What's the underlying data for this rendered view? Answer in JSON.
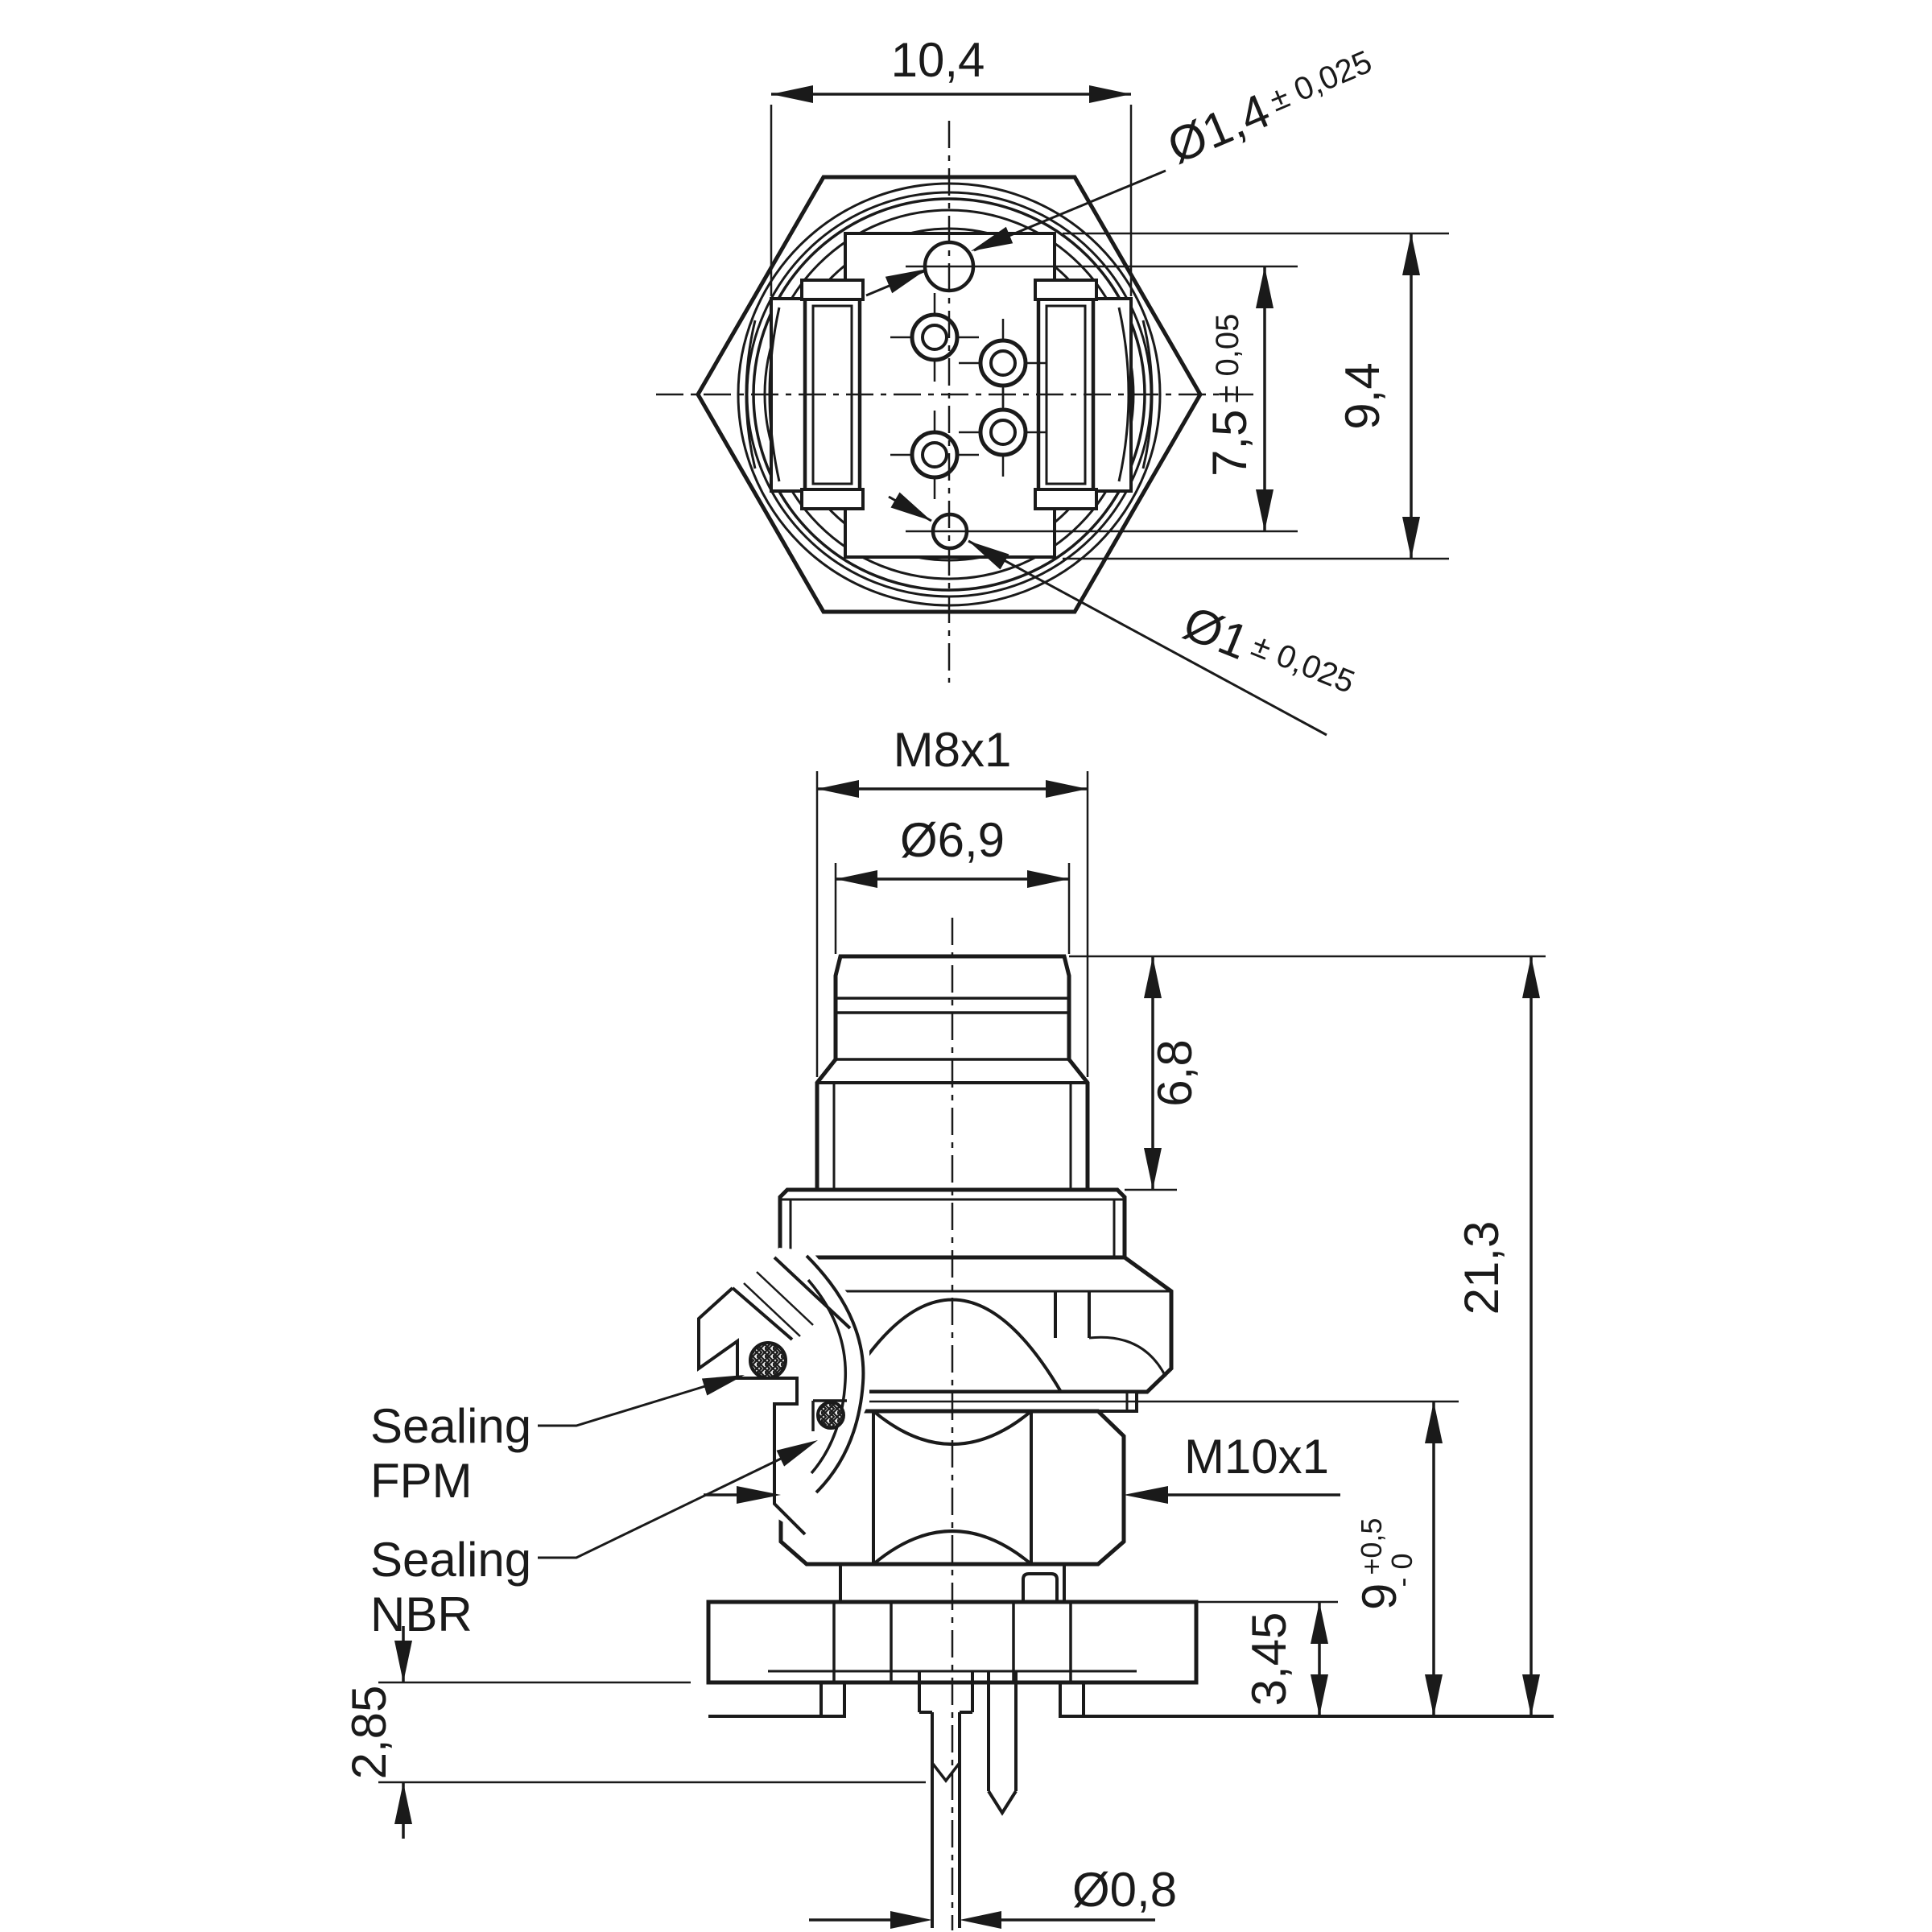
{
  "colors": {
    "ink": "#1a1a1a",
    "background": "#ffffff"
  },
  "top_view": {
    "dim_width": "10,4",
    "pin_large": {
      "dia": "Ø1,4",
      "tol": "± 0,025"
    },
    "pitch": {
      "value": "7,5",
      "tol": "± 0,05"
    },
    "dim_height": "9,4",
    "pin_small": {
      "dia": "Ø1",
      "tol": "± 0,025"
    }
  },
  "side_view": {
    "thread": "M8x1",
    "plug_dia": "Ø6,9",
    "plug_len": "6,8",
    "total_len": "21,3",
    "panel_thread": "M10x1",
    "mount": {
      "value": "9",
      "tol_plus": "+0,5",
      "tol_minus": "- 0"
    },
    "washer_h": "3,45",
    "pin_prot": "2,85",
    "pin_dia": "Ø0,8",
    "seal_fpm": {
      "l1": "Sealing",
      "l2": "FPM"
    },
    "seal_nbr": {
      "l1": "Sealing",
      "l2": "NBR"
    }
  }
}
